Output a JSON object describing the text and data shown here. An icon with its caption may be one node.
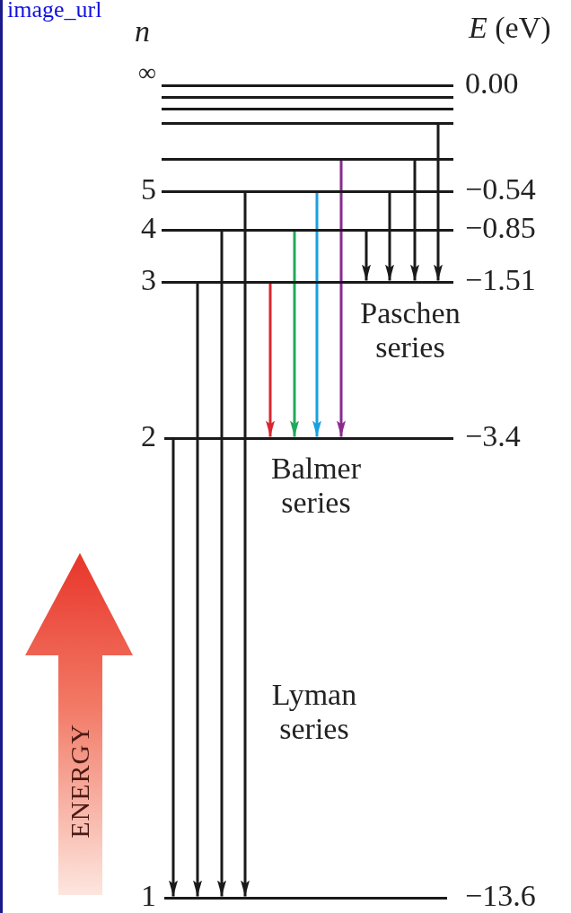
{
  "diagram": {
    "nodes": [
      {
        "text": [],
        "shape": "line",
        "beside": [
          "∞",
          "0.00"
        ]
      },
      {
        "text": [],
        "shape": "line"
      },
      {
        "text": [],
        "shape": "line"
      },
      {
        "text": [],
        "shape": "line"
      },
      {
        "text": [],
        "shape": "line"
      },
      {
        "text": [],
        "shape": "line",
        "beside": [
          "5",
          "−0.54"
        ]
      },
      {
        "text": [],
        "shape": "line",
        "beside": [
          "4",
          "−0.85"
        ]
      },
      {
        "text": [],
        "shape": "line",
        "beside": [
          "3",
          "−1.51"
        ]
      },
      {
        "text": [],
        "shape": "line",
        "beside": [
          "2",
          "−3.4"
        ]
      },
      {
        "text": [],
        "shape": "line",
        "beside": [
          "1",
          "−13.6"
        ]
      }
    ],
    "edges": [
      {
        "from": 8,
        "to": 9,
        "arrow": "to"
      },
      {
        "from": 7,
        "to": 9,
        "arrow": "to"
      },
      {
        "from": 6,
        "to": 9,
        "arrow": "to"
      },
      {
        "from": 5,
        "to": 9,
        "arrow": "to"
      },
      {
        "from": 7,
        "to": 8,
        "arrow": "to",
        "color": "#d9262f"
      },
      {
        "from": 6,
        "to": 8,
        "arrow": "to",
        "color": "#1faa59"
      },
      {
        "from": 5,
        "to": 8,
        "arrow": "to",
        "color": "#1aa0e0"
      },
      {
        "from": 4,
        "to": 8,
        "arrow": "to",
        "color": "#8b2a8f"
      },
      {
        "from": 6,
        "to": 7,
        "arrow": "to"
      },
      {
        "from": 5,
        "to": 7,
        "arrow": "to"
      },
      {
        "from": 4,
        "to": 7,
        "arrow": "to"
      },
      {
        "from": 3,
        "to": 7,
        "arrow": "to"
      }
    ],
    "labels": [
      "image_url",
      "n",
      "*E* (eV)",
      "Paschen series",
      "Balmer series",
      "Lyman series",
      "ENERGY"
    ]
  }
}
